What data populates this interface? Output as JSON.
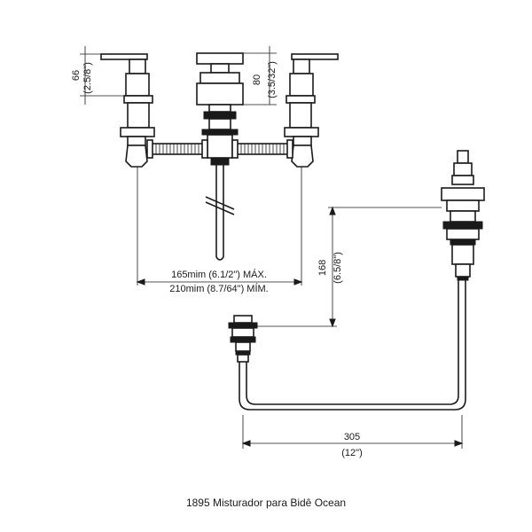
{
  "caption": "1895 Misturador para Bidê Ocean",
  "dimensions": {
    "handle_height": {
      "value": "66",
      "imperial": "(2.5/8\")"
    },
    "center_height": {
      "value": "80",
      "imperial": "(3.5/32\")"
    },
    "spacing_max": "165mim (6.1/2\") MÁX.",
    "spacing_min": "210mim (8.7/64\") MÍM.",
    "vertical_drop": {
      "value": "168",
      "imperial": "(6.5/8\")"
    },
    "horizontal_run": {
      "value": "305",
      "imperial": "(12\")"
    }
  }
}
